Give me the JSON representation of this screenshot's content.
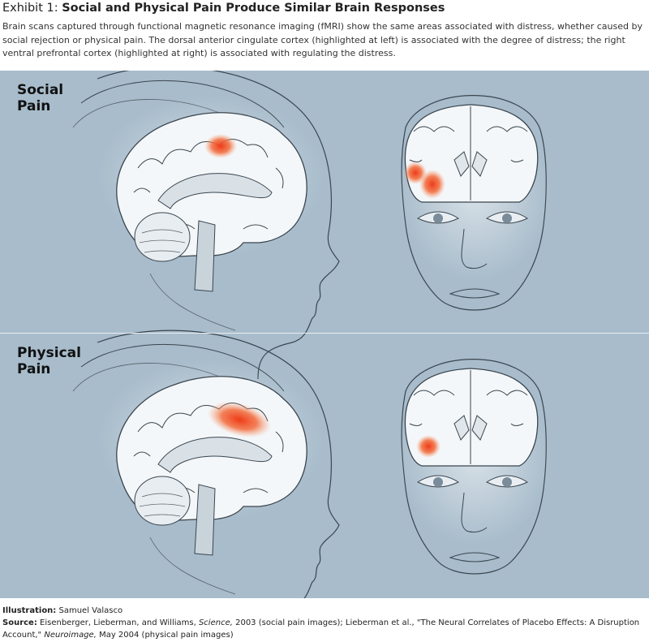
{
  "header": {
    "exhibit_label": "Exhibit 1:",
    "title": "Social and Physical Pain Produce Similar Brain Responses",
    "intro": "Brain scans captured through functional magnetic resonance imaging (fMRI) show the same areas associated with distress, whether caused by social rejection or physical pain. The dorsal anterior cingulate cortex (highlighted at left) is associated with the degree of distress; the right ventral prefrontal cortex (highlighted at right) is associated with regulating the distress."
  },
  "rows": [
    {
      "label": "Social\nPain"
    },
    {
      "label": "Physical\nPain"
    }
  ],
  "colors": {
    "panel_background": "#a8bccb",
    "highlight": "#f0502a",
    "brain_fill": "#f4f7f9",
    "line": "#3a4650"
  },
  "credits": {
    "illustration_label": "Illustration:",
    "illustration_value": "Samuel Valasco",
    "source_label": "Source:",
    "source_part1": "Eisenberger, Lieberman, and Williams,",
    "source_journal1": "Science,",
    "source_part2": "2003 (social pain images); Lieberman et al., \"The Neural Correlates of Placebo Effects: A Disruption Account,\"",
    "source_journal2": "Neuroimage,",
    "source_part3": "May 2004 (physical pain images)"
  }
}
